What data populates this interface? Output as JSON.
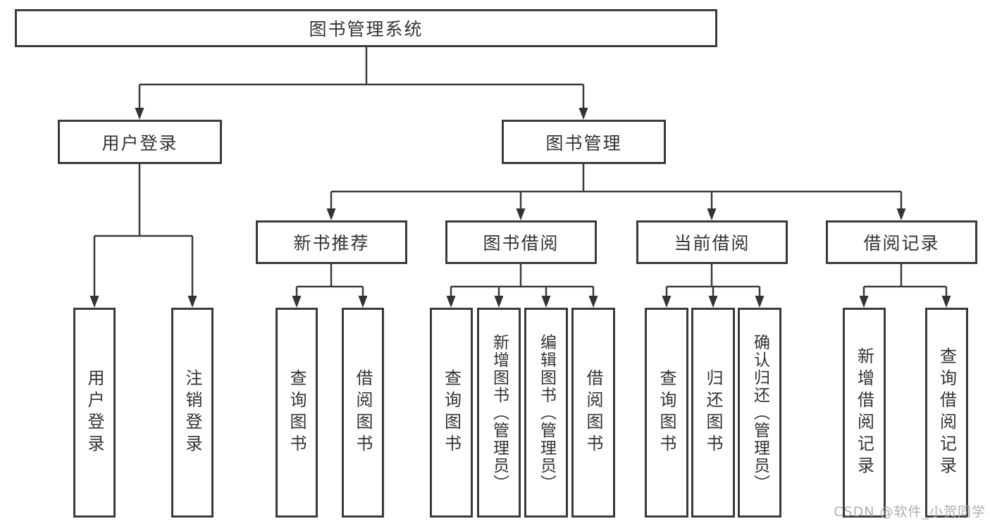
{
  "diagram": {
    "root": "图书管理系统",
    "branches": [
      {
        "label": "用户登录",
        "leaves": [
          "用户登录",
          "注销登录"
        ]
      },
      {
        "label": "图书管理",
        "groups": [
          {
            "label": "新书推荐",
            "leaves": [
              "查询图书",
              "借阅图书"
            ]
          },
          {
            "label": "图书借阅",
            "leaves": [
              "查询图书",
              "新增图书（管理员）",
              "编辑图书（管理员）",
              "借阅图书"
            ]
          },
          {
            "label": "当前借阅",
            "leaves": [
              "查询图书",
              "归还图书",
              "确认归还（管理员）"
            ]
          },
          {
            "label": "借阅记录",
            "leaves": [
              "新增借阅记录",
              "查询借阅记录"
            ]
          }
        ]
      }
    ]
  },
  "watermark": "CSDN @软件_小贺同学",
  "colors": {
    "line": "#3b3b3b",
    "text": "#333333",
    "watermark": "#a8a8a8",
    "background": "#ffffff"
  }
}
